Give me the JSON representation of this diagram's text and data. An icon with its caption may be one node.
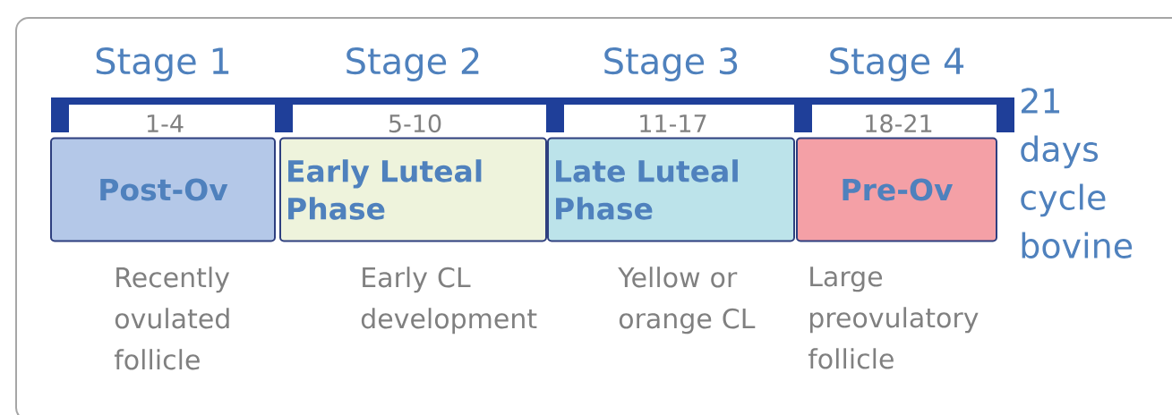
{
  "diagram": {
    "nodes": [
      {
        "text": [
          "Post-Ov"
        ],
        "beside": [
          "Stage 1",
          "1-4",
          "Recently ovulated follicle"
        ]
      },
      {
        "text": [
          "Early Luteal Phase"
        ],
        "beside": [
          "Stage 2",
          "5-10",
          "Early CL development"
        ]
      },
      {
        "text": [
          "Late Luteal Phase"
        ],
        "beside": [
          "Stage 3",
          "11-17",
          "Yellow or orange CL"
        ]
      },
      {
        "text": [
          "Pre-Ov"
        ],
        "beside": [
          "Stage 4",
          "18-21",
          "Large preovulatory follicle"
        ]
      }
    ],
    "labels": [
      "21 days cycle bovine"
    ]
  }
}
